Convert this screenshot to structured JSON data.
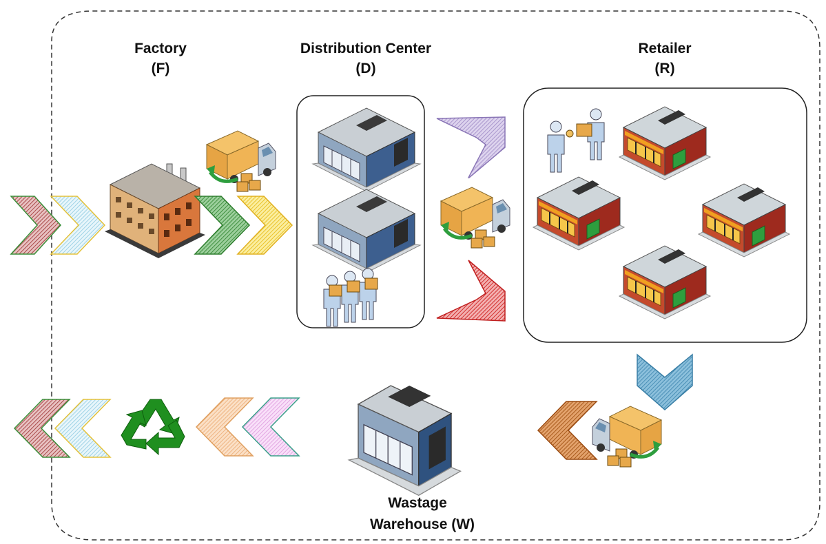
{
  "labels": {
    "factory": [
      "Factory",
      "(F)"
    ],
    "distribution": [
      "Distribution Center",
      "(D)"
    ],
    "retailer": [
      "Retailer",
      "(R)"
    ],
    "wastage": [
      "Wastage",
      "Warehouse (W)"
    ]
  },
  "colors": {
    "arrow_maroon": "#b55a5a",
    "arrow_lightblue": "#bfe4f2",
    "arrow_green": "#4f9d4f",
    "arrow_yellow": "#f5d23c",
    "arrow_lavender": "#b9a8d6",
    "arrow_red": "#d63a3a",
    "arrow_steelblue": "#5c9fc4",
    "arrow_brown": "#c06a2a",
    "arrow_peach": "#f2c094",
    "arrow_pink": "#efc0ef",
    "recycle_green": "#1f8f1f",
    "building_roof": "#bcc3c8",
    "warehouse_wall": "#7c96b4",
    "store_wall": "#c0392b",
    "factory_wall": "#d9a46a",
    "border": "#333333"
  }
}
